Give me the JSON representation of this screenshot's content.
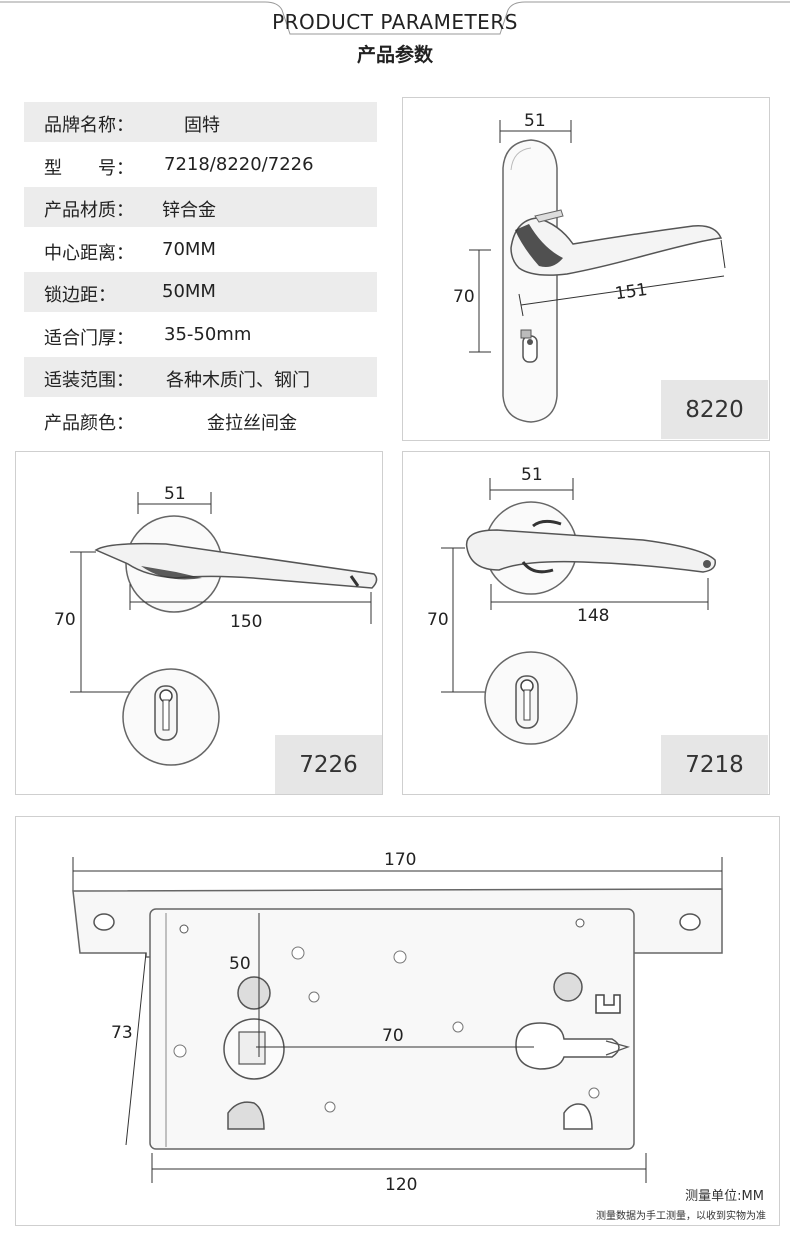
{
  "header": {
    "title_en": "PRODUCT PARAMETERS",
    "title_cn": "产品参数"
  },
  "params": [
    {
      "label": "品牌名称：",
      "value": "固特"
    },
    {
      "label": "型　　号：",
      "value": "7218/8220/7226"
    },
    {
      "label": "产品材质：",
      "value": "锌合金"
    },
    {
      "label": "中心距离：",
      "value": "70MM"
    },
    {
      "label": "锁边距：",
      "value": "50MM"
    },
    {
      "label": "适合门厚：",
      "value": "35-50mm"
    },
    {
      "label": "适装范围：",
      "value": "各种木质门、钢门"
    },
    {
      "label": "产品颜色：",
      "value": "金拉丝间金"
    }
  ],
  "models": {
    "m8220": {
      "tag": "8220",
      "dim_top": "51",
      "dim_side": "70",
      "dim_length": "151"
    },
    "m7226": {
      "tag": "7226",
      "dim_top": "51",
      "dim_side": "70",
      "dim_length": "150"
    },
    "m7218": {
      "tag": "7218",
      "dim_top": "51",
      "dim_side": "70",
      "dim_length": "148"
    }
  },
  "lockbody": {
    "dim_width": "170",
    "dim_backset": "50",
    "dim_height": "73",
    "dim_center": "70",
    "dim_case": "120"
  },
  "notes": {
    "unit": "测量单位:MM",
    "disclaimer": "测量数据为手工测量，以收到实物为准"
  }
}
